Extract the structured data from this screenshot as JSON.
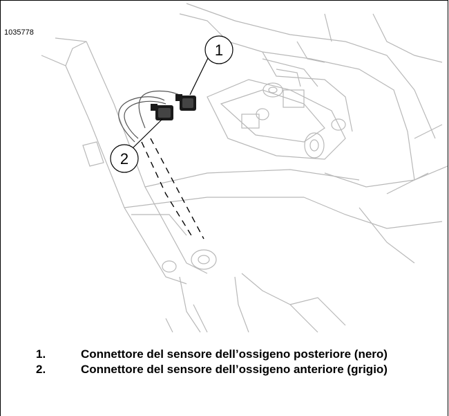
{
  "figure": {
    "id": "1035778",
    "callouts": [
      "1",
      "2"
    ]
  },
  "legend": {
    "items": [
      {
        "number": "1.",
        "text": "Connettore del sensore dell’ossigeno posteriore (nero)"
      },
      {
        "number": "2.",
        "text": "Connettore del sensore dell’ossigeno anteriore (grigio)"
      }
    ]
  },
  "colors": {
    "line_art": "#b8b8b8",
    "outline": "#000000",
    "connector": "#1a1a1a"
  }
}
